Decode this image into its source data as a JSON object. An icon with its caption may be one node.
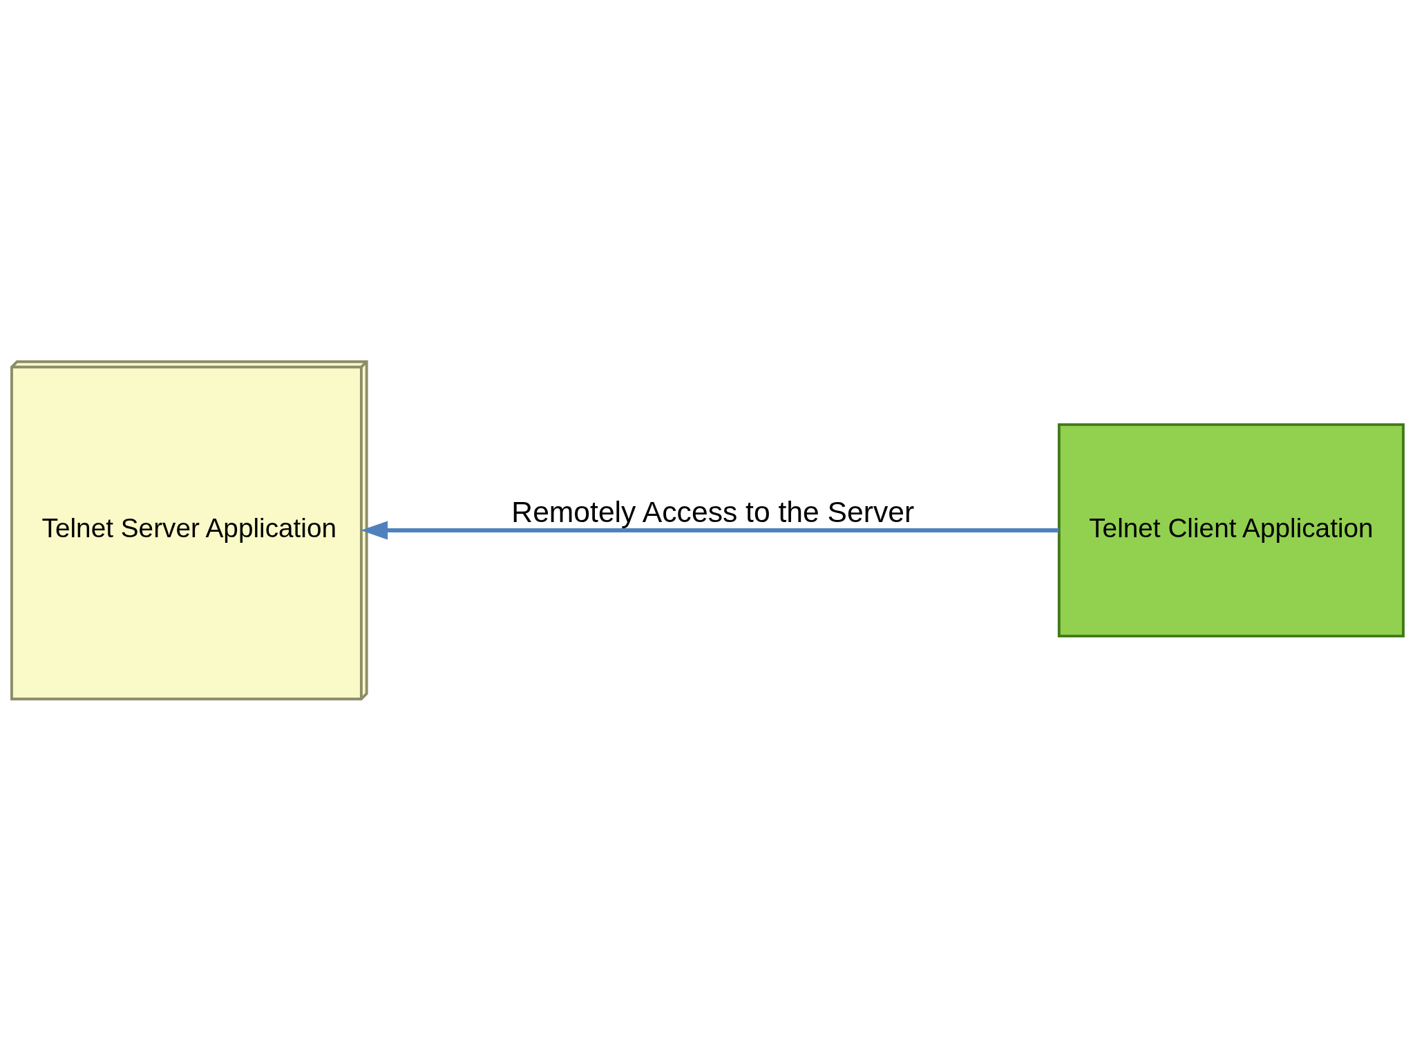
{
  "diagram": {
    "nodes": [
      {
        "text": [
          "Telnet Server Application"
        ]
      },
      {
        "text": [
          "Telnet Client Application"
        ]
      }
    ],
    "edges": [
      {
        "from": 1,
        "to": 0,
        "arrow": "to",
        "label": "Remotely Access to the Server",
        "color": "#4f81bd"
      }
    ]
  }
}
